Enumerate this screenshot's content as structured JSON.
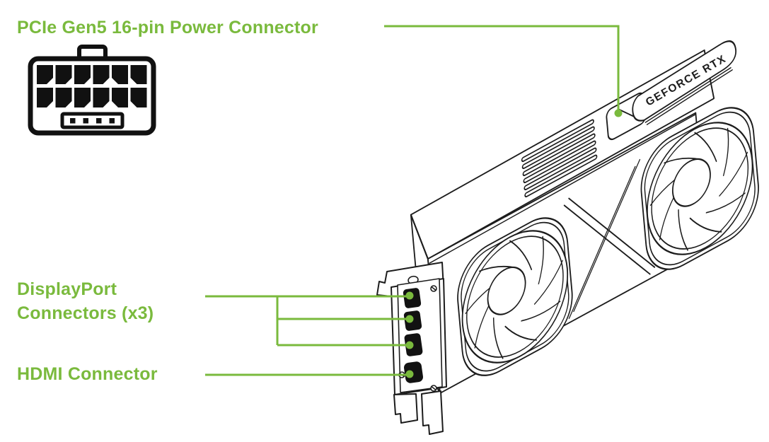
{
  "colors": {
    "accent_green": "#7ABA3D",
    "line_ink": "#1c1c1c"
  },
  "annotations": {
    "power_connector": "PCIe Gen5 16-pin Power Connector",
    "displayport_line1": "DisplayPort",
    "displayport_line2": "Connectors (x3)",
    "hdmi_connector": "HDMI Connector"
  },
  "card": {
    "brand_text": "GEFORCE RTX"
  }
}
